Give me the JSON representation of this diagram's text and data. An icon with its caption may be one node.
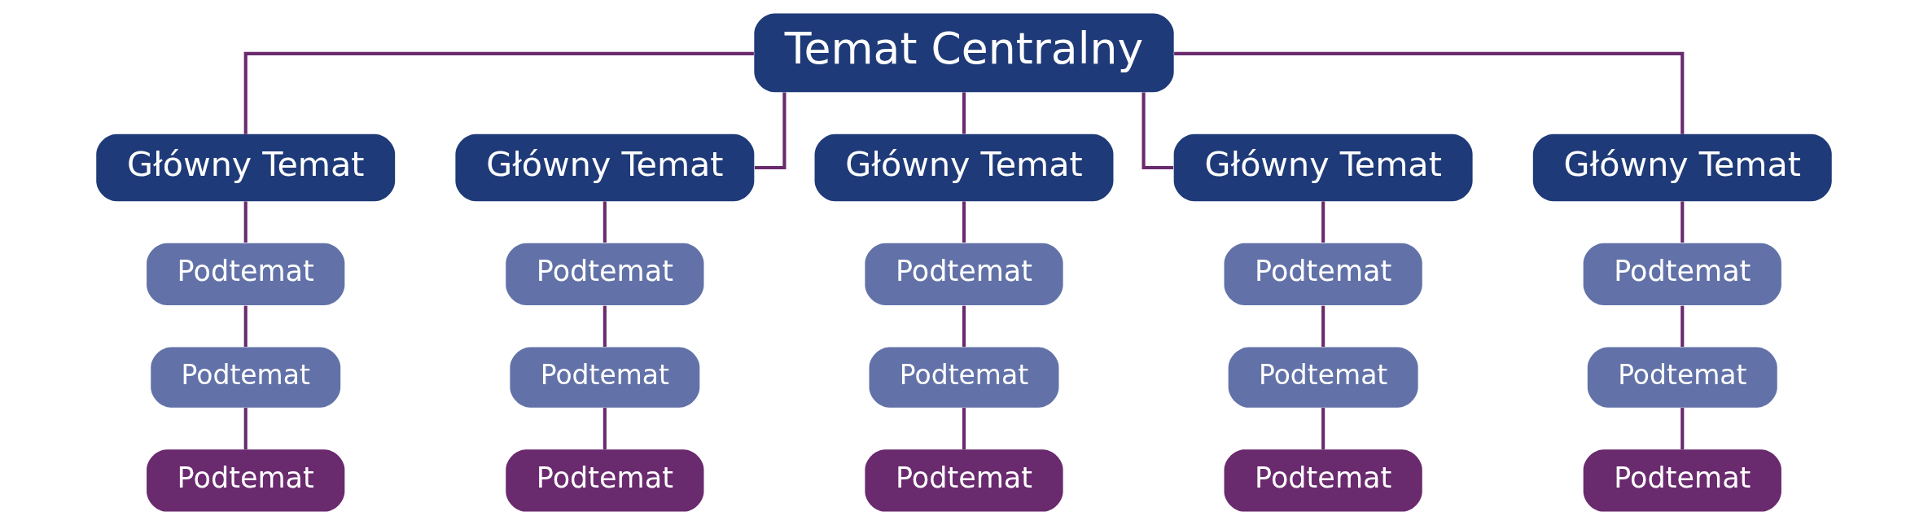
{
  "diagram": {
    "nodes": [
      {
        "text": [
          "Temat Centralny"
        ]
      },
      {
        "text": [
          "Główny Temat"
        ]
      },
      {
        "text": [
          "Podtemat"
        ]
      },
      {
        "text": [
          "Podtemat"
        ]
      },
      {
        "text": [
          "Podtemat"
        ]
      },
      {
        "text": [
          "Główny Temat"
        ]
      },
      {
        "text": [
          "Podtemat"
        ]
      },
      {
        "text": [
          "Podtemat"
        ]
      },
      {
        "text": [
          "Podtemat"
        ]
      },
      {
        "text": [
          "Główny Temat"
        ]
      },
      {
        "text": [
          "Podtemat"
        ]
      },
      {
        "text": [
          "Podtemat"
        ]
      },
      {
        "text": [
          "Podtemat"
        ]
      },
      {
        "text": [
          "Główny Temat"
        ]
      },
      {
        "text": [
          "Podtemat"
        ]
      },
      {
        "text": [
          "Podtemat"
        ]
      },
      {
        "text": [
          "Podtemat"
        ]
      },
      {
        "text": [
          "Główny Temat"
        ]
      },
      {
        "text": [
          "Podtemat"
        ]
      },
      {
        "text": [
          "Podtemat"
        ]
      },
      {
        "text": [
          "Podtemat"
        ]
      }
    ],
    "edges": [
      {
        "from": 0,
        "to": 1,
        "arrow": "none"
      },
      {
        "from": 1,
        "to": 2,
        "arrow": "none"
      },
      {
        "from": 2,
        "to": 3,
        "arrow": "none"
      },
      {
        "from": 3,
        "to": 4,
        "arrow": "none"
      },
      {
        "from": 0,
        "to": 5,
        "arrow": "none"
      },
      {
        "from": 5,
        "to": 6,
        "arrow": "none"
      },
      {
        "from": 6,
        "to": 7,
        "arrow": "none"
      },
      {
        "from": 7,
        "to": 8,
        "arrow": "none"
      },
      {
        "from": 0,
        "to": 9,
        "arrow": "none"
      },
      {
        "from": 9,
        "to": 10,
        "arrow": "none"
      },
      {
        "from": 10,
        "to": 11,
        "arrow": "none"
      },
      {
        "from": 11,
        "to": 12,
        "arrow": "none"
      },
      {
        "from": 0,
        "to": 13,
        "arrow": "none"
      },
      {
        "from": 13,
        "to": 14,
        "arrow": "none"
      },
      {
        "from": 14,
        "to": 15,
        "arrow": "none"
      },
      {
        "from": 15,
        "to": 16,
        "arrow": "none"
      },
      {
        "from": 0,
        "to": 17,
        "arrow": "none"
      },
      {
        "from": 17,
        "to": 18,
        "arrow": "none"
      },
      {
        "from": 18,
        "to": 19,
        "arrow": "none"
      },
      {
        "from": 19,
        "to": 20,
        "arrow": "none"
      }
    ]
  }
}
